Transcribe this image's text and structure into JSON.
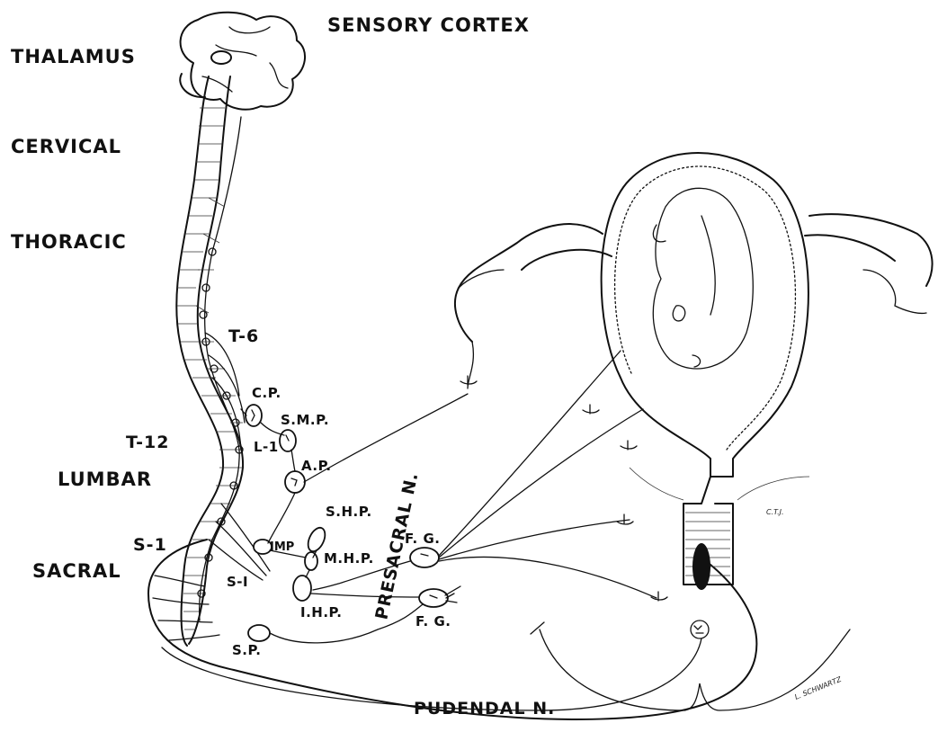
{
  "labels": {
    "sensory_cortex": "SENSORY CORTEX",
    "thalamus": "THALAMUS",
    "cervical": "CERVICAL",
    "thoracic": "THORACIC",
    "t6": "T-6",
    "t12": "T-12",
    "lumbar": "LUMBAR",
    "l1": "L-1",
    "s1_left": "S-1",
    "sacral": "SACRAL",
    "s1_mid": "S-I",
    "cp": "C.P.",
    "smp": "S.M.P.",
    "ap": "A.P.",
    "shp": "S.H.P.",
    "imp": "IMP",
    "mhp": "M.H.P.",
    "ihp": "I.H.P.",
    "sp": "S.P.",
    "presacral": "PRESACRAL N.",
    "fg_upper": "F. G.",
    "fg_lower": "F. G.",
    "pudendal": "PUDENDAL N.",
    "signature": "L. SCHWARTZ",
    "ctj": "C.T.J."
  },
  "colors": {
    "ink": "#111111",
    "paper": "#ffffff"
  }
}
